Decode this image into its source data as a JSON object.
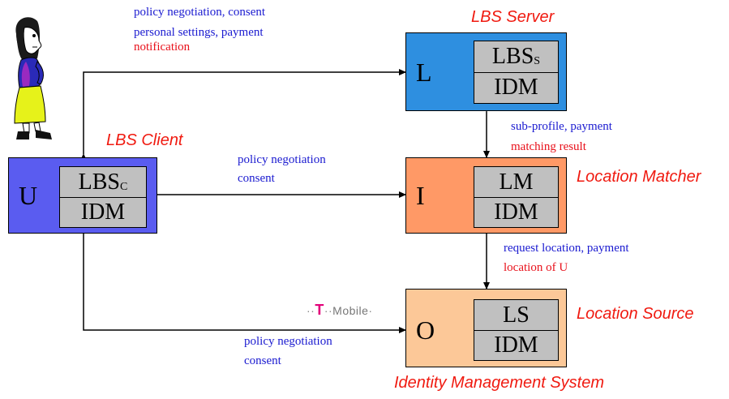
{
  "labels": {
    "lbs_server": "LBS Server",
    "lbs_client": "LBS Client",
    "location_matcher": "Location Matcher",
    "location_source": "Location Source",
    "idms": "Identity Management System"
  },
  "nodes": {
    "L": {
      "letter": "L",
      "top": "LBS",
      "top_sub": "S",
      "bottom": "IDM",
      "color": "#2e8fe0"
    },
    "U": {
      "letter": "U",
      "top": "LBS",
      "top_sub": "C",
      "bottom": "IDM",
      "color": "#5a5cf0"
    },
    "I": {
      "letter": "I",
      "top": "LM",
      "bottom": "IDM",
      "color": "#ff9966"
    },
    "O": {
      "letter": "O",
      "top": "LS",
      "bottom": "IDM",
      "color": "#fcc898"
    }
  },
  "edges": {
    "user_L": {
      "line1": "policy negotiation, consent",
      "line2": "personal settings, payment",
      "line3": "notification"
    },
    "U_I": {
      "line1": "policy negotiation",
      "line2": "consent"
    },
    "L_I": {
      "line1": "sub-profile, payment",
      "line2": "matching result"
    },
    "I_O": {
      "line1": "request location, payment",
      "line2": "location of U"
    },
    "U_O": {
      "line1": "policy negotiation",
      "line2": "consent"
    }
  },
  "tmobile": {
    "t": "T",
    "text": "Mobile"
  }
}
